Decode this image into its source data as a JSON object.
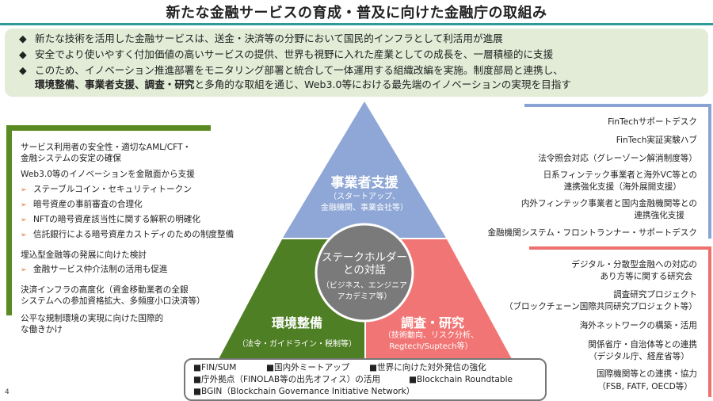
{
  "title": "新たな金融サービスの育成・普及に向けた金融庁の取組み",
  "summary": {
    "bullet_mark": "◆",
    "line1": "新たな技術を活用した金融サービスは、送金・決済等の分野において国民的インフラとして利活用が進展",
    "line2": "安全でより使いやすく付加価値の高いサービスの提供、世界も視野に入れた産業としての成長を、一層積極的に支援",
    "line3": "このため、イノベーション推進部署をモニタリング部署と統合して一体運用する組織改編を実施。制度部局と連携し、",
    "line4_bold": "環境整備、事業者支援、調査・研究",
    "line4_rest": "と多角的な取組を通じ、Web3.0等における最先端のイノベーションの実現を目指す"
  },
  "triangle": {
    "top_title": "事業者支援",
    "top_sub1": "（スタートアップ、",
    "top_sub2": "金融機関、事業会社等）",
    "center1": "ステークホルダー",
    "center2": "との対話",
    "center_sub1": "（ビジネス、エンジニア",
    "center_sub2": "アカデミア等）",
    "left_title": "環境整備",
    "left_sub": "（法令・ガイドライン・税制等）",
    "right_title": "調査・研究",
    "right_sub1": "（技術動向、リスク分析、",
    "right_sub2": "Regtech/Suptech等）",
    "colors": {
      "top": "#8fa7d6",
      "left": "#4e7f24",
      "right": "#f27575",
      "center": "#7a7a7a"
    }
  },
  "left_panel": {
    "l1": "サービス利用者の安全性・適切なAML/CFT・",
    "l2": "金融システムの安定の確保",
    "l3": "Web3.0等のイノベーションを金融面から支援",
    "l4": "ステーブルコイン・セキュリティトークン",
    "l5": "暗号資産の事前審査の合理化",
    "l6": "NFTの暗号資産該当性に関する解釈の明確化",
    "l7": "信託銀行による暗号資産カストディのための制度整備",
    "l8": "埋込型金融等の発展に向けた検討",
    "l9": "金融サービス仲介法制の活用も促進",
    "l10": "決済インフラの高度化（資金移動業者の全銀",
    "l11": "システムへの参加資格拡大、多頻度小口決済等）",
    "l12": "公平な規制環境の実現に向けた国際的",
    "l13": "な働きかけ",
    "arrow": "➢"
  },
  "right_top": {
    "i1": "FinTechサポートデスク",
    "i2": "FinTech実証実験ハブ",
    "i3": "法令照会対応（グレーゾーン解消制度等）",
    "i4a": "日系フィンテック事業者と海外VC等との",
    "i4b": "連携強化支援（海外展開支援）",
    "i5a": "内外フィンテック事業者と国内金融機関等との",
    "i5b": "連携強化支援",
    "i6": "金融機関システム・フロントランナー・サポートデスク"
  },
  "right_bottom": {
    "i1a": "デジタル・分散型金融への対応の",
    "i1b": "あり方等に関する研究会",
    "i2a": "調査研究プロジェクト",
    "i2b": "（ブロックチェーン国際共同研究プロジェクト等）",
    "i3": "海外ネットワークの構築・活用",
    "i4a": "関係省庁・自治体等との連携",
    "i4b": "（デジタル庁、経産省等）",
    "i5a": "国際機関等との連携・協力",
    "i5b": "（FSB, FATF, OECD等）"
  },
  "bottom_box": {
    "sq": "■",
    "b1": "FIN/SUM",
    "b2": "国内外ミートアップ",
    "b3": "世界に向けた対外発信の強化",
    "b4": "庁外拠点（FINOLAB等の出先オフィス）の活用",
    "b5": "Blockchain Roundtable",
    "b6": "BGIN（Blockchain Governance Initiative Network）"
  },
  "page_number": "4"
}
